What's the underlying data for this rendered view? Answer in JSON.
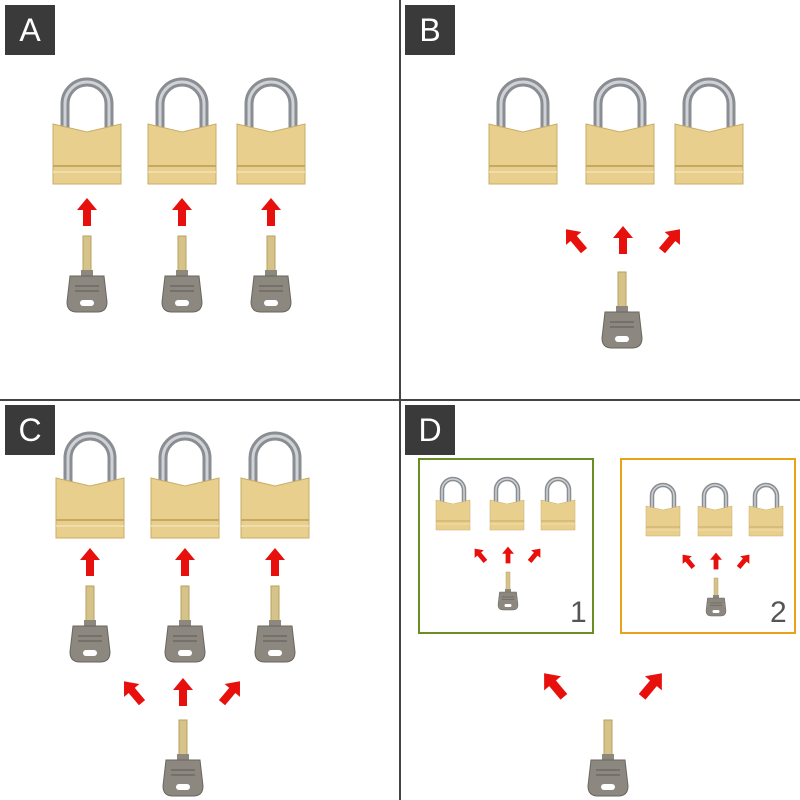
{
  "panels": [
    {
      "label": "A"
    },
    {
      "label": "B"
    },
    {
      "label": "C"
    },
    {
      "label": "D"
    }
  ],
  "groups": [
    {
      "label": "1",
      "border_color": "#6b8e23"
    },
    {
      "label": "2",
      "border_color": "#e8a317"
    }
  ],
  "colors": {
    "arrow": "#e8100c",
    "padlock_body": "#e9cf8e",
    "padlock_shackle": "#8a8d91",
    "key": "#8c8880",
    "key_blade": "#d6c38a",
    "divider": "#444444",
    "label_bg": "#3a3a3a"
  },
  "icons": {
    "lock": "padlock-icon",
    "key": "key-icon",
    "arrow": "red-arrow-icon"
  }
}
